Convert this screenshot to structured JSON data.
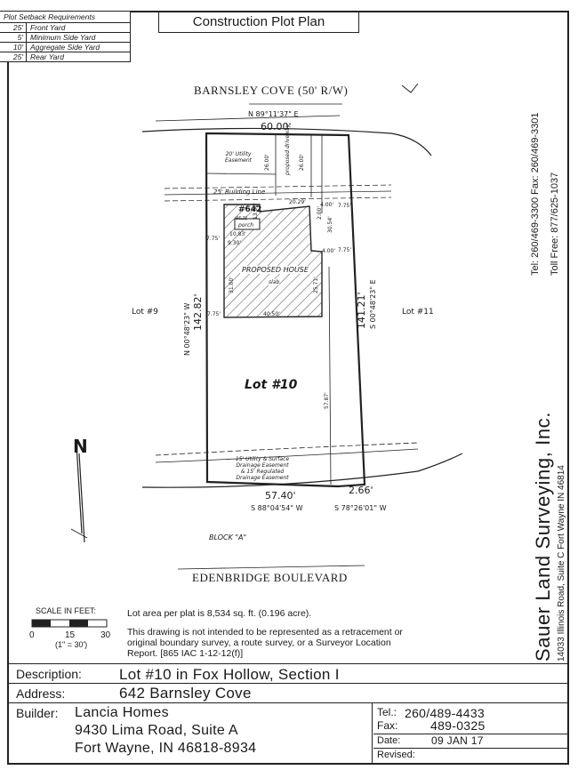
{
  "setback_table": {
    "title": "Plot Setback Requirements",
    "rows": [
      {
        "value": "25'",
        "label": "Front Yard"
      },
      {
        "value": "5'",
        "label": "Minimum Side Yard"
      },
      {
        "value": "10'",
        "label": "Aggregate Side Yard"
      },
      {
        "value": "25'",
        "label": "Rear Yard"
      }
    ]
  },
  "title": "Construction Plot Plan",
  "plan": {
    "street_top": "BARNSLEY COVE (50' R/W)",
    "street_bottom": "EDENBRIDGE BOULEVARD",
    "block": "BLOCK \"A\"",
    "north_label": "N",
    "top_bearing": "N 89°11'37\" E",
    "top_distance": "60.00'",
    "left_bearing": "N 00°48'23\" W",
    "left_distance": "142.82'",
    "right_distance": "141.21'",
    "right_bearing": "S 00°48'23\" E",
    "bottom_distance": "57.40'",
    "bottom_bearing": "S 88°04'54\" W",
    "bottom_right_distance": "2.66'",
    "bottom_right_bearing": "S 78°26'01\" W",
    "lot_left": "Lot #9",
    "lot_right": "Lot #11",
    "lot_center": "Lot #10",
    "utility_top": "20' Utility Easement",
    "proposed_driveway": "proposed driveway",
    "building_line": "25' Building Line",
    "house_no": "#642",
    "porch": "porch",
    "porch_note": "9&21",
    "house_label": "PROPOSED HOUSE",
    "house_slab": "slab",
    "easement_bottom_1": "15' Utility & Surface",
    "easement_bottom_2": "Drainage Easement",
    "easement_bottom_3": "& 15' Regulated",
    "easement_bottom_4": "Drainage Easement",
    "dims": {
      "d26a": "26.00'",
      "d26b": "26.00'",
      "d2029": "20.29'",
      "d400a": "4.00'",
      "d775a": "7.75'",
      "d1350": "13.50'",
      "d1083": "10.83'",
      "d930": "9.30'",
      "d775b": "7.75'",
      "d400b": "4.00'",
      "d775c": "7.75'",
      "d3100": "31.00'",
      "d2571": "25.71'",
      "d775d": "7.75'",
      "d4050": "40.50'",
      "d3054": "30.54'",
      "d2000": "2.00'",
      "d5787": "57.87'"
    }
  },
  "scale": {
    "label": "SCALE IN FEET:",
    "ticks": [
      "0",
      "15",
      "30"
    ],
    "ratio": "(1\" = 30')"
  },
  "notes": {
    "area": "Lot area per plat is 8,534 sq. ft. (0.196 acre).",
    "disclaimer_1": "This drawing is not intended to be represented as a retracement or",
    "disclaimer_2": "original boundary survey, a route survey, or a Surveyor Location",
    "disclaimer_3": "Report. [865 IAC 1-12-12(f)]"
  },
  "company": {
    "name": "Sauer Land Surveying, Inc.",
    "address": "14033 Illinois Road, Suite C Fort Wayne IN 46814",
    "phone": "Tel: 260/469-3300 Fax: 260/469-3301",
    "toll_free": "Toll Free: 877/625-1037"
  },
  "footer": {
    "description_label": "Description:",
    "description_value": "Lot #10 in Fox Hollow, Section I",
    "address_label": "Address:",
    "address_value": "642 Barnsley Cove",
    "builder_label": "Builder:",
    "builder_line1": "Lancia Homes",
    "builder_line2": "9430 Lima Road, Suite A",
    "builder_line3": "Fort Wayne, IN 46818-8934",
    "tel_label": "Tel.:",
    "tel_value": "260/489-4433",
    "fax_label": "Fax:",
    "fax_value": "489-0325",
    "date_label": "Date:",
    "date_value": "09 JAN 17",
    "revised_label": "Revised:"
  }
}
